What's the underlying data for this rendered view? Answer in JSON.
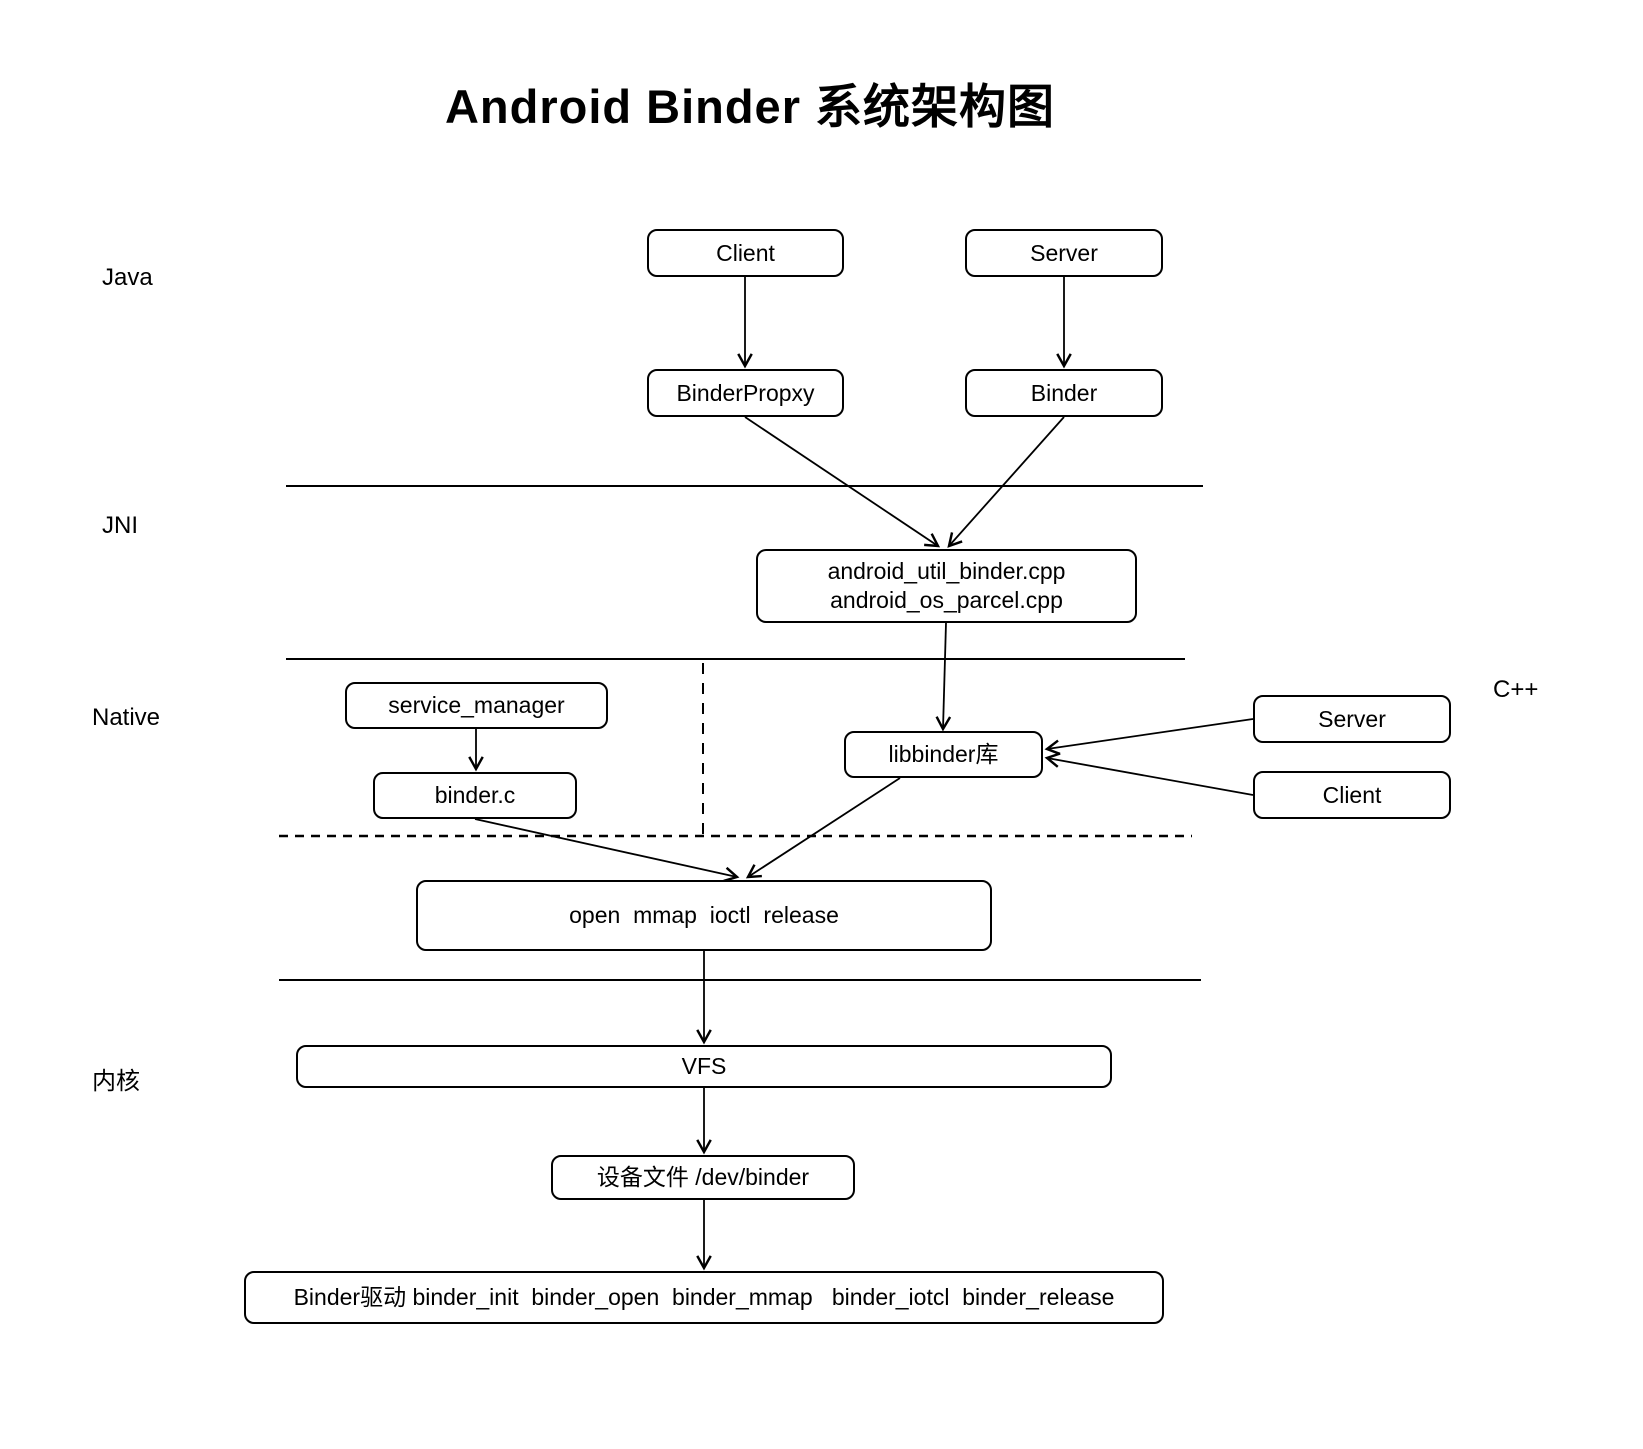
{
  "title": "Android Binder 系统架构图",
  "layer_labels": {
    "java": "Java",
    "jni": "JNI",
    "native": "Native",
    "kernel": "内核",
    "cpp": "C++"
  },
  "nodes": {
    "client_java": "Client",
    "server_java": "Server",
    "binder_proxy": "BinderPropxy",
    "binder_java": "Binder",
    "jni_line1": "android_util_binder.cpp",
    "jni_line2": "android_os_parcel.cpp",
    "service_manager": "service_manager",
    "binder_c": "binder.c",
    "libbinder": "libbinder库",
    "server_cpp": "Server",
    "client_cpp": "Client",
    "syscalls": "open  mmap  ioctl  release",
    "vfs": "VFS",
    "device_file": "设备文件 /dev/binder",
    "binder_driver": "Binder驱动 binder_init  binder_open  binder_mmap   binder_iotcl  binder_release"
  },
  "edges": [
    {
      "from": "Client (Java)",
      "to": "BinderPropxy"
    },
    {
      "from": "Server (Java)",
      "to": "Binder"
    },
    {
      "from": "BinderPropxy",
      "to": "android_util_binder.cpp android_os_parcel.cpp"
    },
    {
      "from": "Binder",
      "to": "android_util_binder.cpp android_os_parcel.cpp"
    },
    {
      "from": "android_util_binder.cpp android_os_parcel.cpp",
      "to": "libbinder库"
    },
    {
      "from": "service_manager",
      "to": "binder.c"
    },
    {
      "from": "Server (C++)",
      "to": "libbinder库"
    },
    {
      "from": "Client (C++)",
      "to": "libbinder库"
    },
    {
      "from": "binder.c",
      "to": "open mmap ioctl release"
    },
    {
      "from": "libbinder库",
      "to": "open mmap ioctl release"
    },
    {
      "from": "open mmap ioctl release",
      "to": "VFS"
    },
    {
      "from": "VFS",
      "to": "设备文件 /dev/binder"
    },
    {
      "from": "设备文件 /dev/binder",
      "to": "Binder驱动"
    }
  ],
  "colors": {
    "background": "#ffffff",
    "stroke": "#000000",
    "text": "#000000",
    "box_fill": "#ffffff"
  }
}
